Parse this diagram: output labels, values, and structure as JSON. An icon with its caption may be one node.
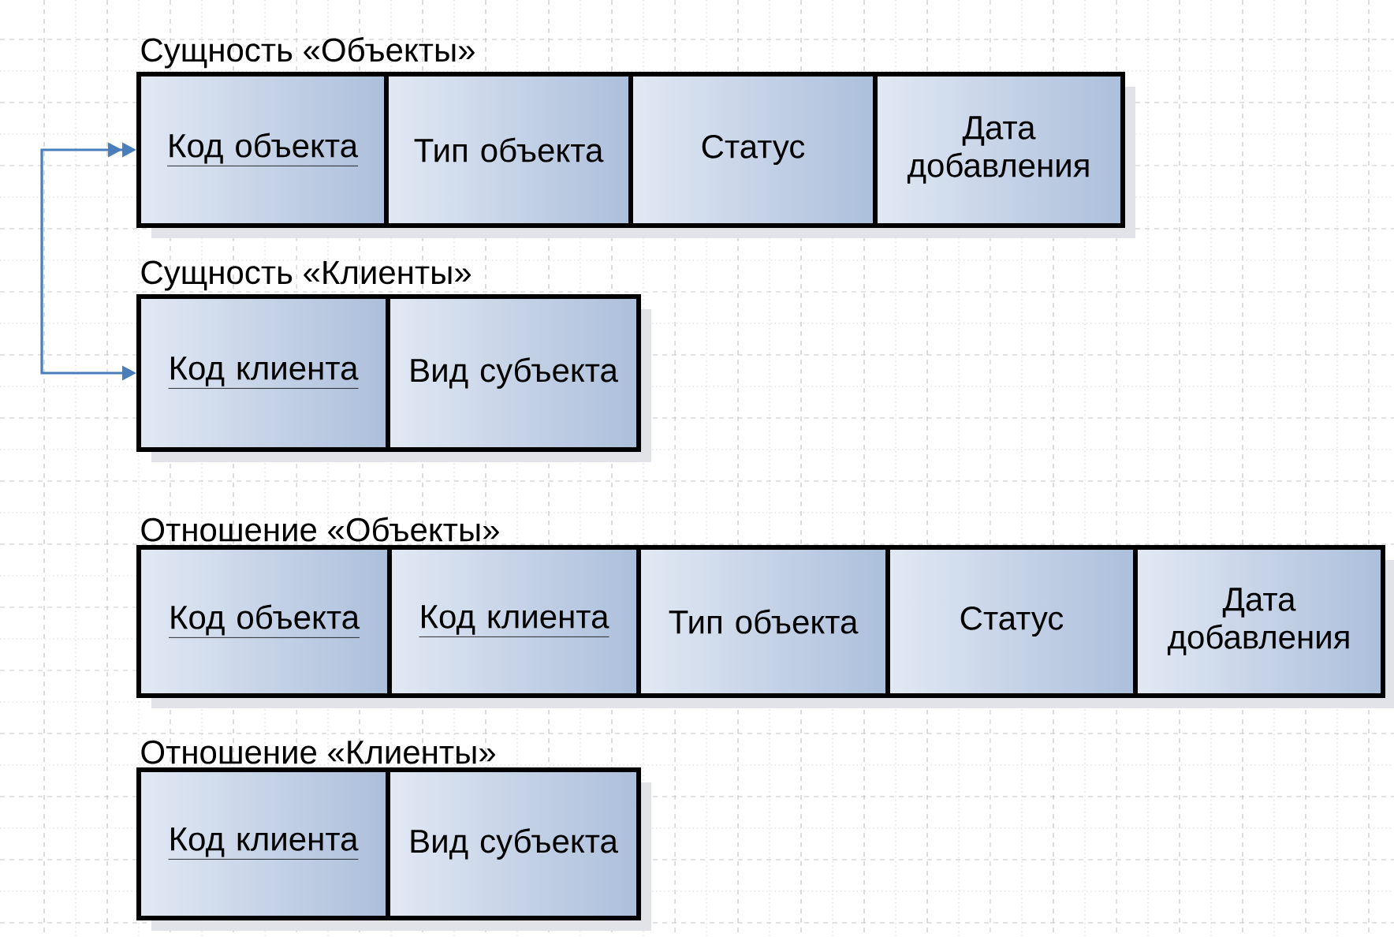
{
  "diagram": {
    "nodes": [
      {
        "text": [
          "Сущность «Объекты»"
        ]
      },
      {
        "text": [
          "Код объекта"
        ],
        "in": 0
      },
      {
        "text": [
          "Тип объекта"
        ],
        "in": 0
      },
      {
        "text": [
          "Статус"
        ],
        "in": 0
      },
      {
        "text": [
          "Дата добавления"
        ],
        "in": 0
      },
      {
        "text": [
          "Сущность «Клиенты»"
        ]
      },
      {
        "text": [
          "Код клиента"
        ],
        "in": 5
      },
      {
        "text": [
          "Вид субъекта"
        ],
        "in": 5
      },
      {
        "text": [
          "Отношение «Объекты»"
        ]
      },
      {
        "text": [
          "Код объекта"
        ],
        "in": 8
      },
      {
        "text": [
          "Код клиента"
        ],
        "in": 8
      },
      {
        "text": [
          "Тип объекта"
        ],
        "in": 8
      },
      {
        "text": [
          "Статус"
        ],
        "in": 8
      },
      {
        "text": [
          "Дата добавления"
        ],
        "in": 8
      },
      {
        "text": [
          "Отношение «Клиенты»"
        ]
      },
      {
        "text": [
          "Код клиента"
        ],
        "in": 14
      },
      {
        "text": [
          "Вид субъекта"
        ],
        "in": 14
      }
    ],
    "edges": [
      {
        "from": 6,
        "to": 1,
        "arrow": "both"
      }
    ]
  }
}
